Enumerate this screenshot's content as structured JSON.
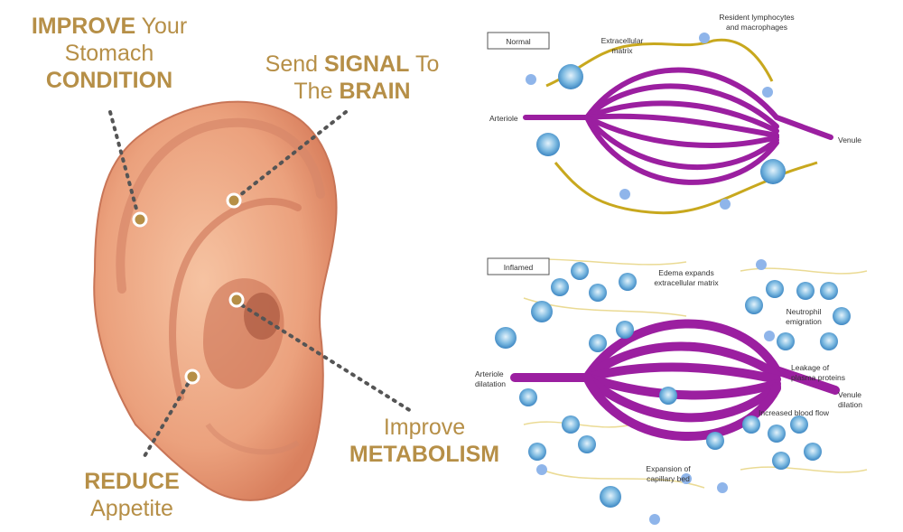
{
  "colors": {
    "callout": "#b68f47",
    "vessel": "#9b1fa0",
    "matrix": "#c8a81e",
    "cell": "#5aa2d8"
  },
  "callouts": {
    "stomach": {
      "l1_b": "IMPROVE",
      "l1_r": "Your",
      "l2": "Stomach",
      "l3": "CONDITION"
    },
    "signal": {
      "l1_r": "Send",
      "l1_b": "SIGNAL",
      "l1_r2": "To",
      "l2_r": "The",
      "l2_b": "BRAIN"
    },
    "metabolism": {
      "l1": "Improve",
      "l2": "METABOLISM"
    },
    "appetite": {
      "l1": "REDUCE",
      "l2": "Appetite"
    }
  },
  "normal": {
    "box": "Normal",
    "extracellular_1": "Extracellular",
    "extracellular_2": "matrix",
    "resident_1": "Resident lymphocytes",
    "resident_2": "and macrophages",
    "arteriole": "Arteriole",
    "venule": "Venule"
  },
  "inflamed": {
    "box": "Inflamed",
    "edema_1": "Edema expands",
    "edema_2": "extracellular matrix",
    "neutrophil_1": "Neutrophil",
    "neutrophil_2": "emigration",
    "arteriole_1": "Arteriole",
    "arteriole_2": "dilatation",
    "leakage_1": "Leakage of",
    "leakage_2": "plasma proteins",
    "venule_1": "Venule",
    "venule_2": "dilation",
    "blood_flow": "Increased blood flow",
    "expansion_1": "Expansion of",
    "expansion_2": "capillary bed"
  }
}
